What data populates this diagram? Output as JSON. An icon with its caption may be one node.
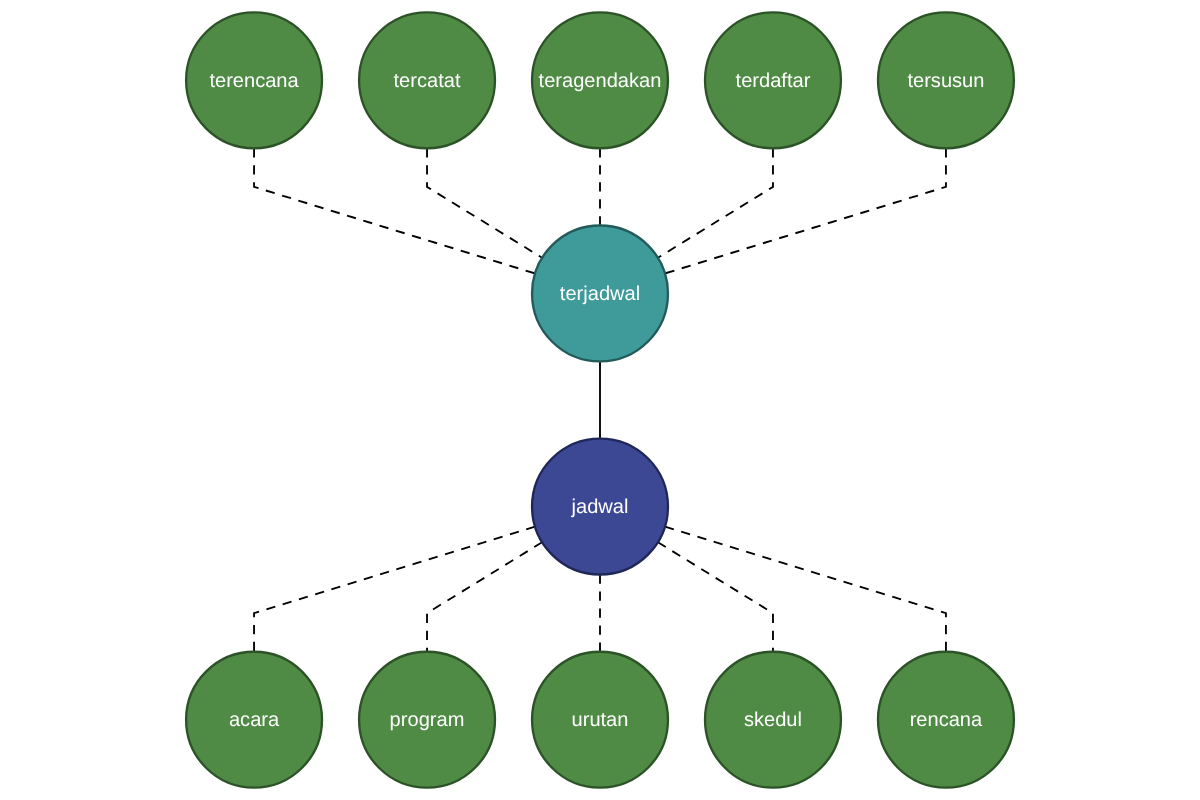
{
  "diagram": {
    "nodes": [
      {
        "text": [
          "terencana"
        ]
      },
      {
        "text": [
          "tercatat"
        ]
      },
      {
        "text": [
          "teragendakan"
        ]
      },
      {
        "text": [
          "terdaftar"
        ]
      },
      {
        "text": [
          "terjadwal"
        ]
      },
      {
        "text": [
          "tersusun"
        ]
      },
      {
        "text": [
          "acara"
        ]
      },
      {
        "text": [
          "jadwal"
        ]
      },
      {
        "text": [
          "program"
        ]
      },
      {
        "text": [
          "skedul"
        ]
      },
      {
        "text": [
          "rencana"
        ]
      },
      {
        "text": [
          "urutan"
        ]
      }
    ],
    "edges": [
      {
        "from": 0,
        "to": 4,
        "arrow": "none",
        "style": "dashed"
      },
      {
        "from": 1,
        "to": 4,
        "arrow": "none",
        "style": "dashed"
      },
      {
        "from": 2,
        "to": 4,
        "arrow": "none",
        "style": "dashed"
      },
      {
        "from": 3,
        "to": 4,
        "arrow": "none",
        "style": "dashed"
      },
      {
        "from": 5,
        "to": 4,
        "arrow": "none",
        "style": "dashed"
      },
      {
        "from": 4,
        "to": 7,
        "arrow": "none"
      },
      {
        "from": 7,
        "to": 6,
        "arrow": "none",
        "style": "dashed"
      },
      {
        "from": 7,
        "to": 8,
        "arrow": "none",
        "style": "dashed"
      },
      {
        "from": 7,
        "to": 11,
        "arrow": "none",
        "style": "dashed"
      },
      {
        "from": 7,
        "to": 9,
        "arrow": "none",
        "style": "dashed"
      },
      {
        "from": 7,
        "to": 10,
        "arrow": "none",
        "style": "dashed"
      }
    ]
  }
}
